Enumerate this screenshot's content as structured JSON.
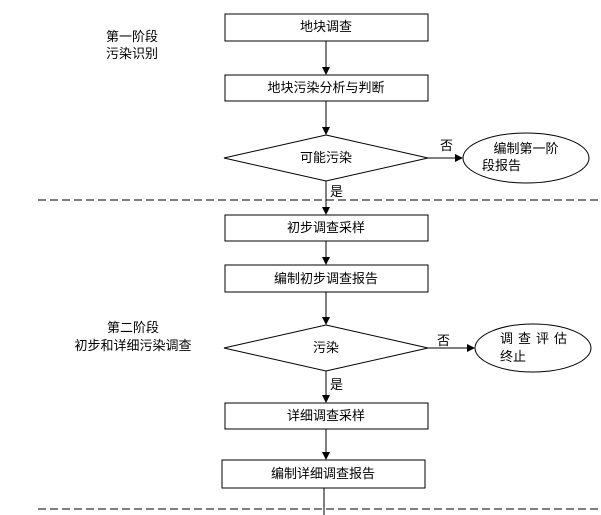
{
  "phase1": {
    "line1": "第一阶段",
    "line2": "污染识别"
  },
  "phase2": {
    "line1": "第二阶段",
    "line2": "初步和详细污染调查"
  },
  "steps": {
    "site_survey": "地块调查",
    "pollution_analysis": "地块污染分析与判断",
    "decision1": "可能污染",
    "report1_line1": "编制第一阶",
    "report1_line2": "段报告",
    "preliminary_sampling": "初步调查采样",
    "preliminary_report": "编制初步调查报告",
    "decision2": "污染",
    "terminate_line1": "调查评估",
    "terminate_line2": "终止",
    "detailed_sampling": "详细调查采样",
    "detailed_report": "编制详细调查报告"
  },
  "edges": {
    "yes": "是",
    "no": "否"
  }
}
